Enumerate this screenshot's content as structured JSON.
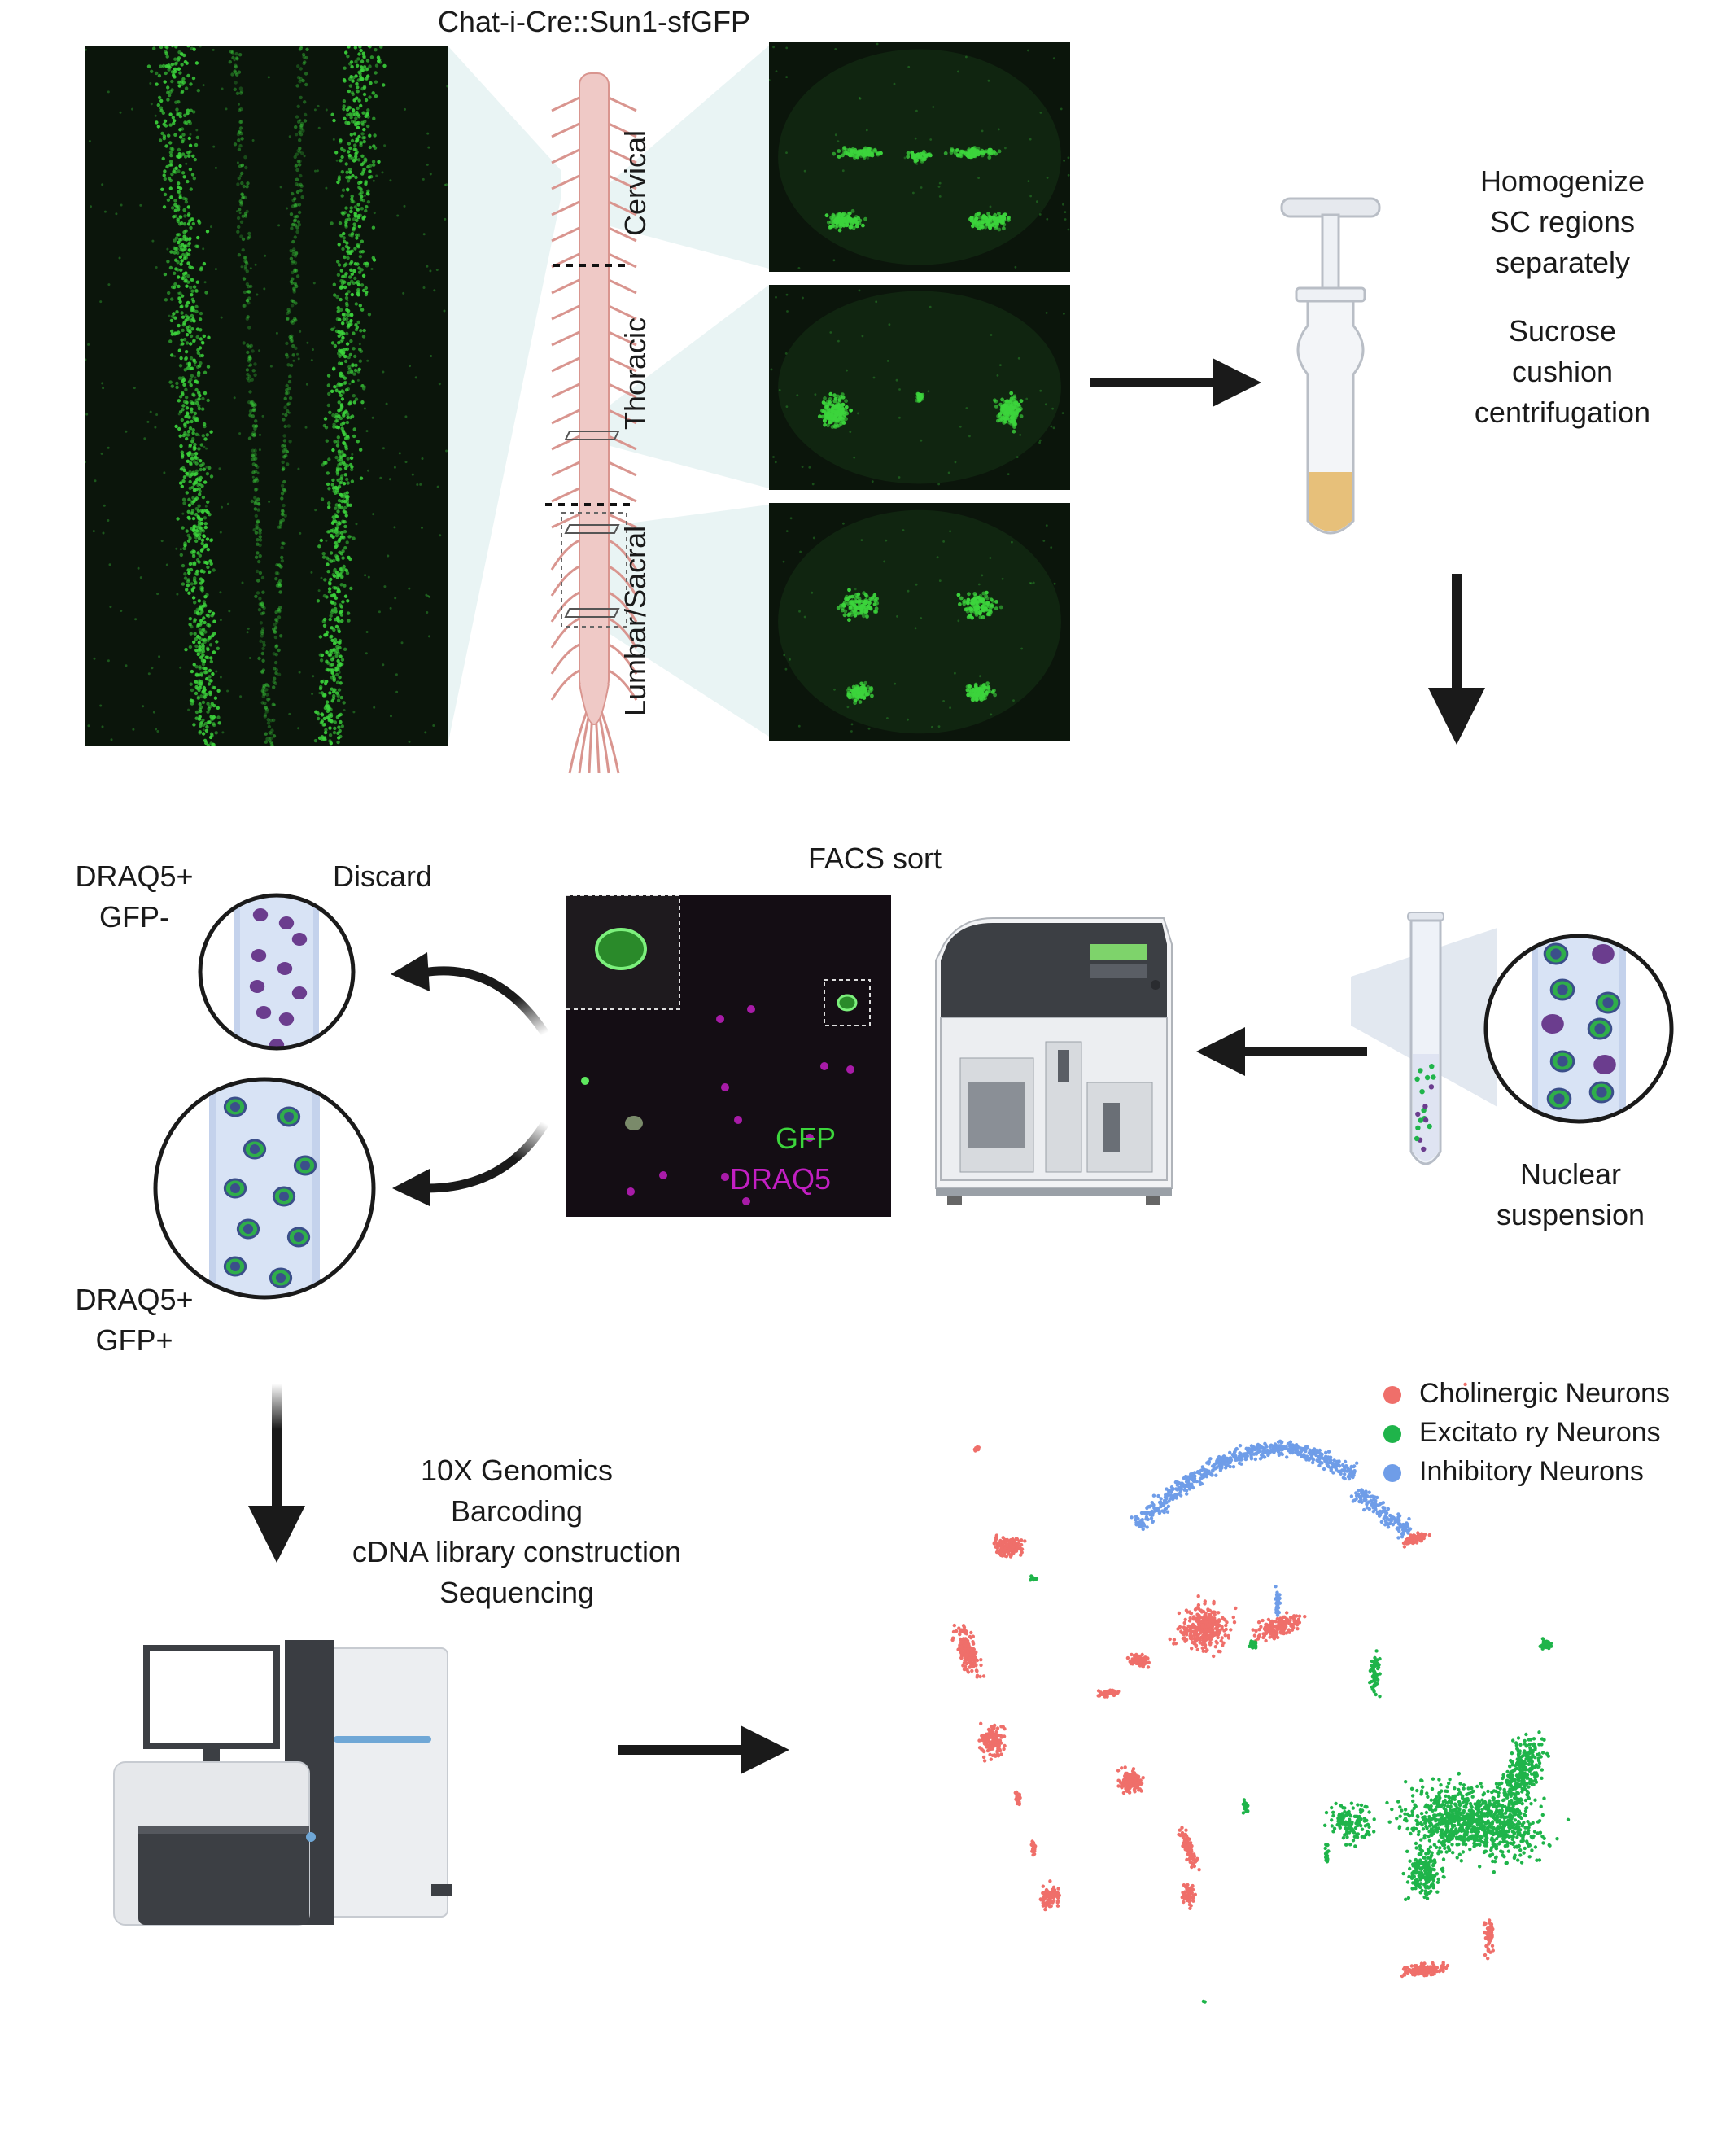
{
  "title": "Chat-i-Cre::Sun1-sfGFP",
  "regions": [
    "Cervical",
    "Thoracic",
    "Lumbar/Sacral"
  ],
  "step_homogenize": [
    "Homogenize",
    "SC regions",
    "separately"
  ],
  "step_sucrose": [
    "Sucrose",
    "cushion",
    "centrifugation"
  ],
  "step_nuclear": [
    "Nuclear",
    "suspension"
  ],
  "facs_title": "FACS sort",
  "facs_gfp": "GFP",
  "facs_draq5": "DRAQ5",
  "discard_group": [
    "DRAQ5+",
    "GFP-"
  ],
  "discard_label": "Discard",
  "keep_group": [
    "DRAQ5+",
    "GFP+"
  ],
  "sequencing_steps": [
    "10X Genomics",
    "Barcoding",
    "cDNA library construction",
    "Sequencing"
  ],
  "colors": {
    "gfp_green": "#3cd43c",
    "draq5_magenta": "#c21fc2",
    "cholinergic": "#ef6f6a",
    "excitatory": "#1fb44a",
    "inhibitory": "#6f9de8",
    "cord": "#efc9c6",
    "arrow": "#1a1a1a"
  },
  "legend": [
    {
      "label": "Cholinergic Neurons",
      "color": "#ef6f6a"
    },
    {
      "label": "Excitato ry Neurons",
      "color": "#1fb44a"
    },
    {
      "label": "Inhibitory Neurons",
      "color": "#6f9de8"
    }
  ],
  "icons": [
    "dounce-homogenizer-icon",
    "test-tube-icon",
    "facs-sorter-icon",
    "sequencer-icon",
    "arrow-icon"
  ]
}
